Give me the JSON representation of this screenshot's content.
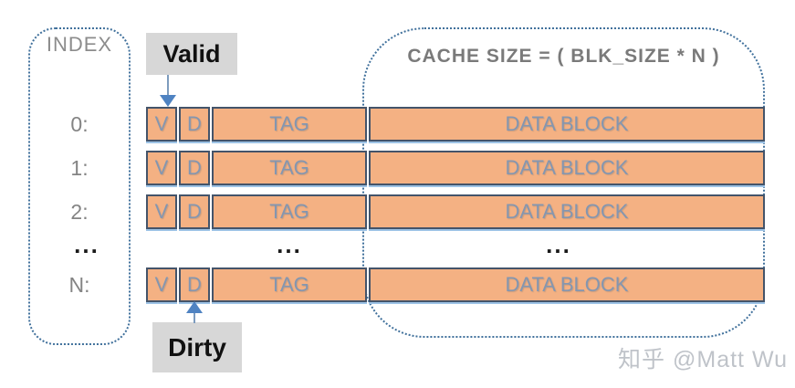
{
  "index_panel": {
    "title": "INDEX",
    "labels": [
      "0:",
      "1:",
      "2:",
      "...",
      "N:"
    ]
  },
  "cache_panel": {
    "title": "CACHE SIZE = ( BLK_SIZE * N )"
  },
  "callouts": {
    "valid": "Valid",
    "dirty": "Dirty"
  },
  "rows": [
    {
      "v": "V",
      "d": "D",
      "tag": "TAG",
      "data_block": "DATA BLOCK"
    },
    {
      "v": "V",
      "d": "D",
      "tag": "TAG",
      "data_block": "DATA BLOCK"
    },
    {
      "v": "V",
      "d": "D",
      "tag": "TAG",
      "data_block": "DATA BLOCK"
    },
    {
      "v": "V",
      "d": "D",
      "tag": "TAG",
      "data_block": "DATA BLOCK"
    }
  ],
  "ellipsis": {
    "index_column": "...",
    "tag_column": "...",
    "data_column": "..."
  },
  "watermark": "知乎 @Matt Wu",
  "colors": {
    "cell_fill": "#f4b183",
    "cell_border": "#44546a",
    "cell_text": "#8496b0",
    "dotted_border": "#41719c",
    "callout_bg": "#d7d7d7",
    "arrow_blue": "#4f83c2",
    "row_underline": "#9dc3e6",
    "gray_text": "#7a7a7a"
  }
}
